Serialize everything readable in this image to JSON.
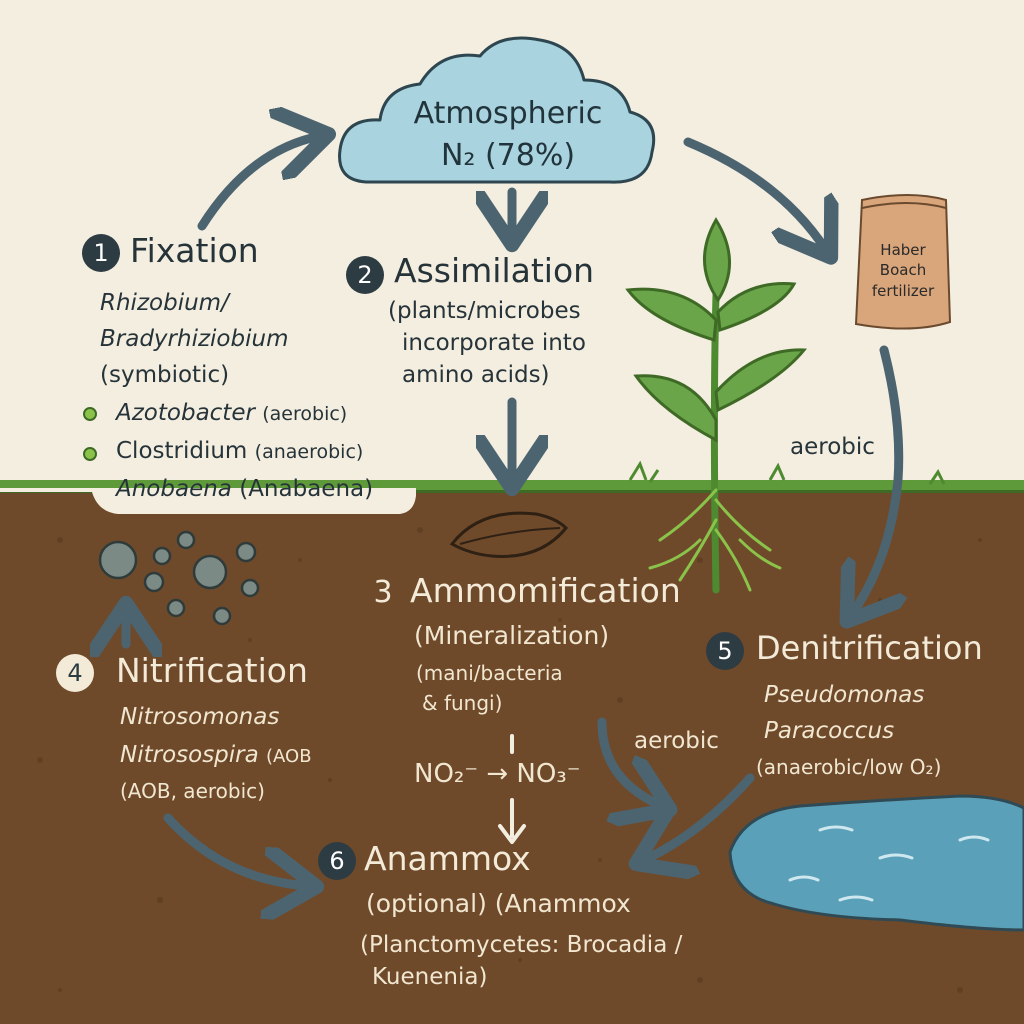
{
  "atmosphere": {
    "line1": "Atmospheric",
    "line2": "N₂ (78%)"
  },
  "fixation": {
    "number": "1",
    "title": "Fixation",
    "lines": [
      "Rhizobium/",
      "Bradyrhiziobium"
    ],
    "note": "(symbiotic)",
    "items": [
      {
        "name": "Azotobacter",
        "note": "(aerobic)"
      },
      {
        "name": "Clostridium",
        "note": "(anaerobic)"
      },
      {
        "name": "Anobaena",
        "note": "(Anabaena)"
      }
    ]
  },
  "assimilation": {
    "number": "2",
    "title": "Assimilation",
    "lines": [
      "(plants/microbes",
      "incorporate into",
      "amino acids)"
    ]
  },
  "haber": {
    "lines": [
      "Haber",
      "Boach",
      "fertilizer"
    ]
  },
  "aerobic_right": "aerobic",
  "ammonification": {
    "number": "3",
    "title": "Ammomification",
    "lines": [
      "(Mineralization)",
      "(mani/bacteria",
      "& fungi)"
    ]
  },
  "aerobic_mid": "aerobic",
  "nitrite_formula": {
    "left": "NO₂⁻",
    "arrow": "→",
    "right": "NO₃⁻"
  },
  "nitrification": {
    "number": "4",
    "title": "Nitrification",
    "lines": [
      "Nitrosomonas",
      "Nitrosospira"
    ],
    "tag": "(AOB",
    "note": "(AOB, aerobic)"
  },
  "denitrification": {
    "number": "5",
    "title": "Denitrification",
    "lines": [
      "Pseudomonas",
      "Paracoccus"
    ],
    "note": "(anaerobic/low O₂)"
  },
  "anammox": {
    "number": "6",
    "title": "Anammox",
    "lines": [
      "(optional) (Anammox",
      "(Planctomycetes: Brocadia /",
      "Kuenenia)"
    ]
  },
  "colors": {
    "sky": "#f4eee0",
    "soil": "#6e4a2b",
    "grass": "#5f9a3a",
    "cloud": "#a9d3df",
    "arrow": "#4c6470",
    "water": "#5aa0b8",
    "bag": "#d9a57a",
    "badge": "#2c3c42",
    "leaf": "#6aa54a"
  }
}
